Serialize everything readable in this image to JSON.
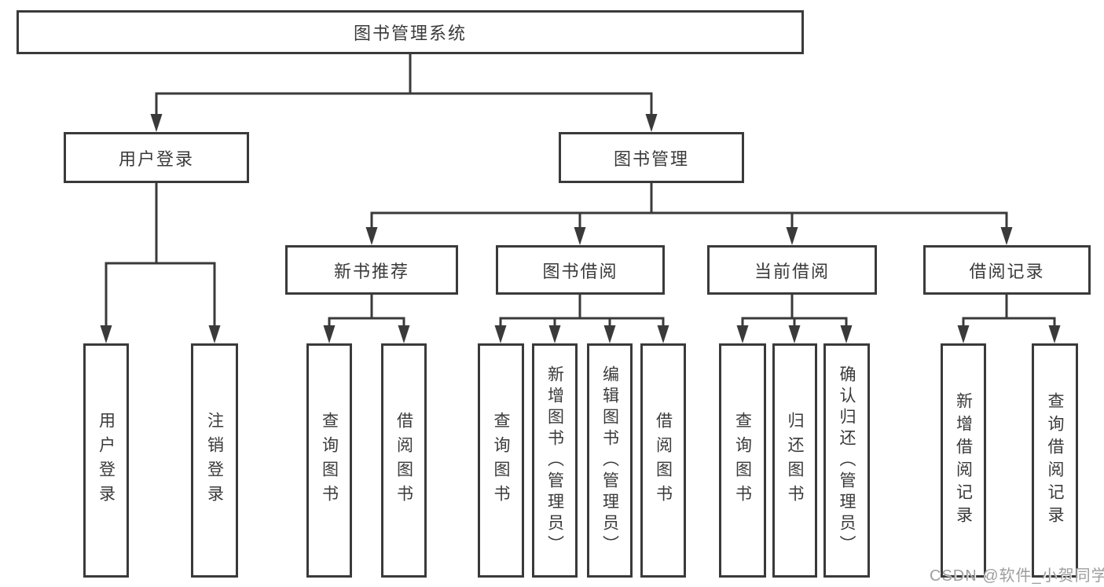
{
  "diagram": {
    "title": "图书管理系统",
    "watermark": "CSDN @软件_小贺同学",
    "colors": {
      "line": "#3a3a3a",
      "text": "#3a3a3a",
      "box_background": "#ffffff",
      "page_background": "#ffffff",
      "watermark": "#9e9e9e"
    },
    "nodes": {
      "system": {
        "label": "图书管理系统"
      },
      "user_login": {
        "label": "用户登录"
      },
      "book_management": {
        "label": "图书管理"
      },
      "new_book_recommend": {
        "label": "新书推荐"
      },
      "book_borrowing": {
        "label": "图书借阅"
      },
      "current_borrowing": {
        "label": "当前借阅"
      },
      "borrowing_records": {
        "label": "借阅记录"
      },
      "leaf_user_login": {
        "label": "用户登录"
      },
      "leaf_logout": {
        "label": "注销登录"
      },
      "leaf_nr_query_books": {
        "label": "查询图书"
      },
      "leaf_nr_borrow_books": {
        "label": "借阅图书"
      },
      "leaf_bb_query_books": {
        "label": "查询图书"
      },
      "leaf_bb_add_books": {
        "label": "新增图书（管理员）"
      },
      "leaf_bb_edit_books": {
        "label": "编辑图书（管理员）"
      },
      "leaf_bb_borrow_books": {
        "label": "借阅图书"
      },
      "leaf_cb_query_books": {
        "label": "查询图书"
      },
      "leaf_cb_return_books": {
        "label": "归还图书"
      },
      "leaf_cb_confirm_return": {
        "label": "确认归还（管理员）"
      },
      "leaf_br_add_record": {
        "label": "新增借阅记录"
      },
      "leaf_br_query_record": {
        "label": "查询借阅记录"
      }
    },
    "edges": [
      {
        "from": "system",
        "to": "user_login"
      },
      {
        "from": "system",
        "to": "book_management"
      },
      {
        "from": "user_login",
        "to": "leaf_user_login"
      },
      {
        "from": "user_login",
        "to": "leaf_logout"
      },
      {
        "from": "book_management",
        "to": "new_book_recommend"
      },
      {
        "from": "book_management",
        "to": "book_borrowing"
      },
      {
        "from": "book_management",
        "to": "current_borrowing"
      },
      {
        "from": "book_management",
        "to": "borrowing_records"
      },
      {
        "from": "new_book_recommend",
        "to": "leaf_nr_query_books"
      },
      {
        "from": "new_book_recommend",
        "to": "leaf_nr_borrow_books"
      },
      {
        "from": "book_borrowing",
        "to": "leaf_bb_query_books"
      },
      {
        "from": "book_borrowing",
        "to": "leaf_bb_add_books"
      },
      {
        "from": "book_borrowing",
        "to": "leaf_bb_edit_books"
      },
      {
        "from": "book_borrowing",
        "to": "leaf_bb_borrow_books"
      },
      {
        "from": "current_borrowing",
        "to": "leaf_cb_query_books"
      },
      {
        "from": "current_borrowing",
        "to": "leaf_cb_return_books"
      },
      {
        "from": "current_borrowing",
        "to": "leaf_cb_confirm_return"
      },
      {
        "from": "borrowing_records",
        "to": "leaf_br_add_record"
      },
      {
        "from": "borrowing_records",
        "to": "leaf_br_query_record"
      }
    ]
  }
}
